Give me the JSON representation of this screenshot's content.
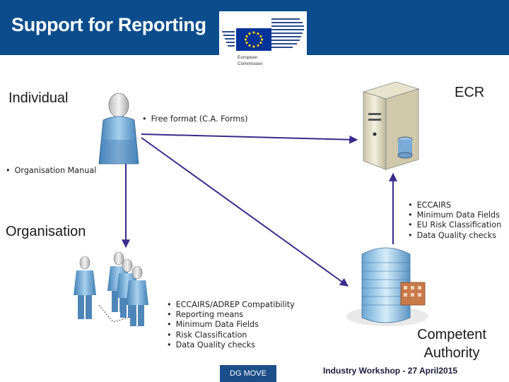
{
  "header": {
    "title": "Support for Reporting",
    "logo_line1": "European",
    "logo_line2": "Commission"
  },
  "nodes": {
    "individual": "Individual",
    "ecr": "ECR",
    "organisation": "Organisation",
    "authority_line1": "Competent",
    "authority_line2": "Authority"
  },
  "edges": {
    "individual_to_ecr": [
      "Free format (C.A. Forms)"
    ],
    "individual_to_org": [
      "Organisation Manual"
    ],
    "authority_to_ecr": [
      "ECCAIRS",
      "Minimum Data Fields",
      "EU Risk Classification",
      "Data Quality checks"
    ],
    "org_to_authority": [
      "ECCAIRS/ADREP Compatibility",
      "Reporting means",
      "Minimum Data Fields",
      "Risk Classification",
      "Data Quality checks"
    ]
  },
  "footer": {
    "badge": "DG MOVE",
    "event": "Industry Workshop - 27 April2015"
  },
  "colors": {
    "header_bg": "#0b4d8c",
    "arrow": "#3b2a8a",
    "eu_blue": "#003399",
    "eu_star": "#ffcc00"
  }
}
